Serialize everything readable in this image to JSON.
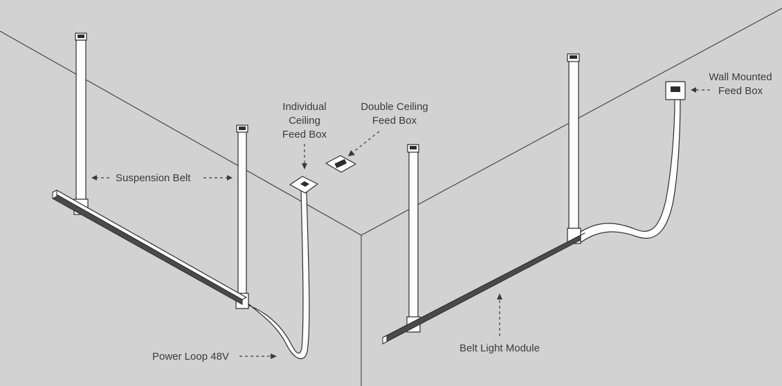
{
  "diagram": {
    "labels": {
      "suspension_belt": "Suspension Belt",
      "individual_ceiling_feed_box": [
        "Individual",
        "Ceiling",
        "Feed Box"
      ],
      "double_ceiling_feed_box": [
        "Double Ceiling",
        "Feed Box"
      ],
      "wall_mounted_feed_box": [
        "Wall Mounted",
        "Feed Box"
      ],
      "power_loop": "Power Loop 48V",
      "belt_light_module": "Belt Light Module"
    },
    "colors": {
      "background": "#d2d2d2",
      "line": "#3c3c3c",
      "belt_fill": "#fdfdfd"
    }
  }
}
